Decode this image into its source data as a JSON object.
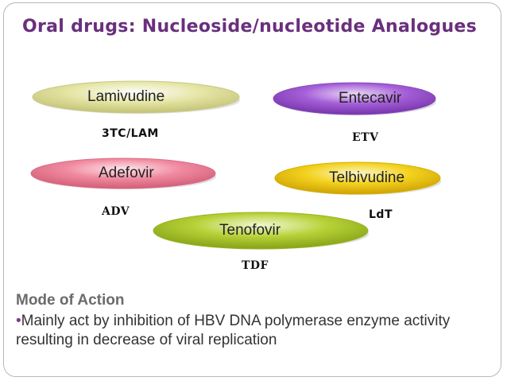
{
  "title": "Oral drugs: Nucleoside/nucleotide Analogues",
  "drugs": [
    {
      "name": "Lamivudine",
      "abbr": "3TC/LAM",
      "color": "#e6e6a6"
    },
    {
      "name": "Entecavir",
      "abbr": "ETV",
      "color": "#a55fd8"
    },
    {
      "name": "Adefovir",
      "abbr": "ADV",
      "color": "#f08aa0"
    },
    {
      "name": "Telbivudine",
      "abbr": "LdT",
      "color": "#f3d21e"
    },
    {
      "name": "Tenofovir",
      "abbr": "TDF",
      "color": "#b6d136"
    }
  ],
  "mode_of_action": {
    "heading": "Mode of Action",
    "bullet": "•",
    "text": "Mainly act by inhibition of HBV DNA polymerase enzyme activity resulting in decrease of viral replication"
  },
  "colors": {
    "title": "#6a2f7d",
    "heading": "#6b6b6b"
  }
}
